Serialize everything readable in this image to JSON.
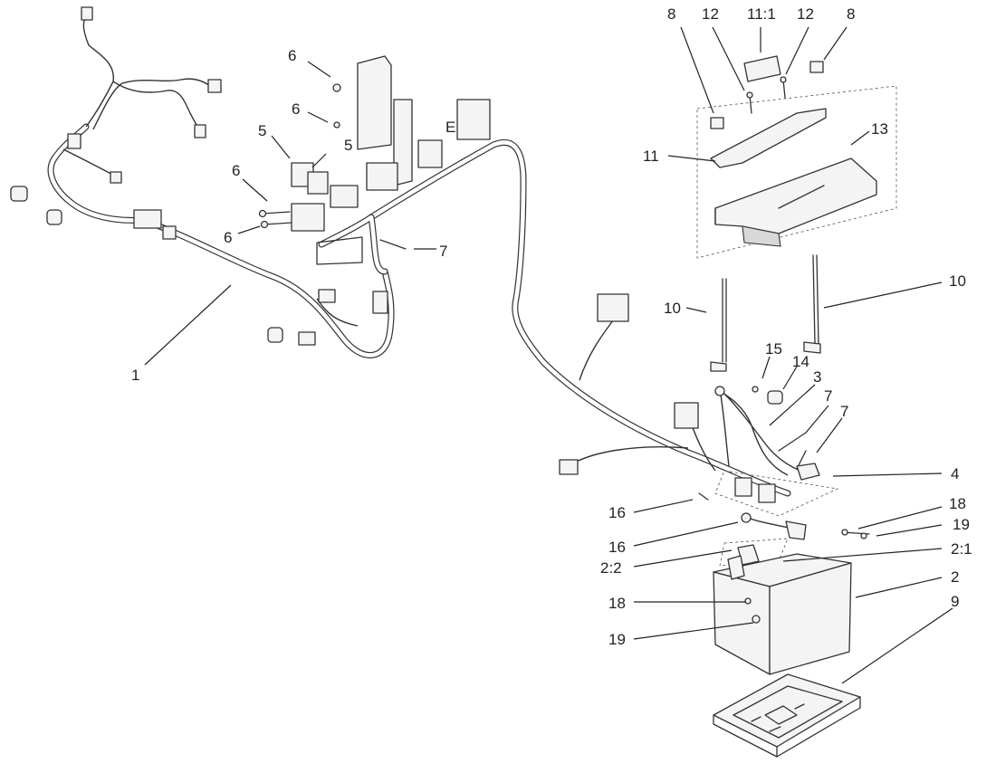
{
  "diagram": {
    "callouts": [
      {
        "id": "c1",
        "label": "1"
      },
      {
        "id": "c2",
        "label": "2"
      },
      {
        "id": "c2-1",
        "label": "2:1"
      },
      {
        "id": "c2-2",
        "label": "2:2"
      },
      {
        "id": "c3",
        "label": "3"
      },
      {
        "id": "c4",
        "label": "4"
      },
      {
        "id": "c5a",
        "label": "5"
      },
      {
        "id": "c5b",
        "label": "5"
      },
      {
        "id": "c6a",
        "label": "6"
      },
      {
        "id": "c6b",
        "label": "6"
      },
      {
        "id": "c6c",
        "label": "6"
      },
      {
        "id": "c6d",
        "label": "6"
      },
      {
        "id": "c7a",
        "label": "7"
      },
      {
        "id": "c7b",
        "label": "7"
      },
      {
        "id": "c7c",
        "label": "7"
      },
      {
        "id": "c8a",
        "label": "8"
      },
      {
        "id": "c8b",
        "label": "8"
      },
      {
        "id": "c9",
        "label": "9"
      },
      {
        "id": "c10a",
        "label": "10"
      },
      {
        "id": "c10b",
        "label": "10"
      },
      {
        "id": "c11",
        "label": "11"
      },
      {
        "id": "c11-1",
        "label": "11:1"
      },
      {
        "id": "c12a",
        "label": "12"
      },
      {
        "id": "c12b",
        "label": "12"
      },
      {
        "id": "c13",
        "label": "13"
      },
      {
        "id": "c14",
        "label": "14"
      },
      {
        "id": "c15",
        "label": "15"
      },
      {
        "id": "c16a",
        "label": "16"
      },
      {
        "id": "c16b",
        "label": "16"
      },
      {
        "id": "c18a",
        "label": "18"
      },
      {
        "id": "c18b",
        "label": "18"
      },
      {
        "id": "c19a",
        "label": "19"
      },
      {
        "id": "c19b",
        "label": "19"
      }
    ],
    "harness_letter": "E"
  }
}
